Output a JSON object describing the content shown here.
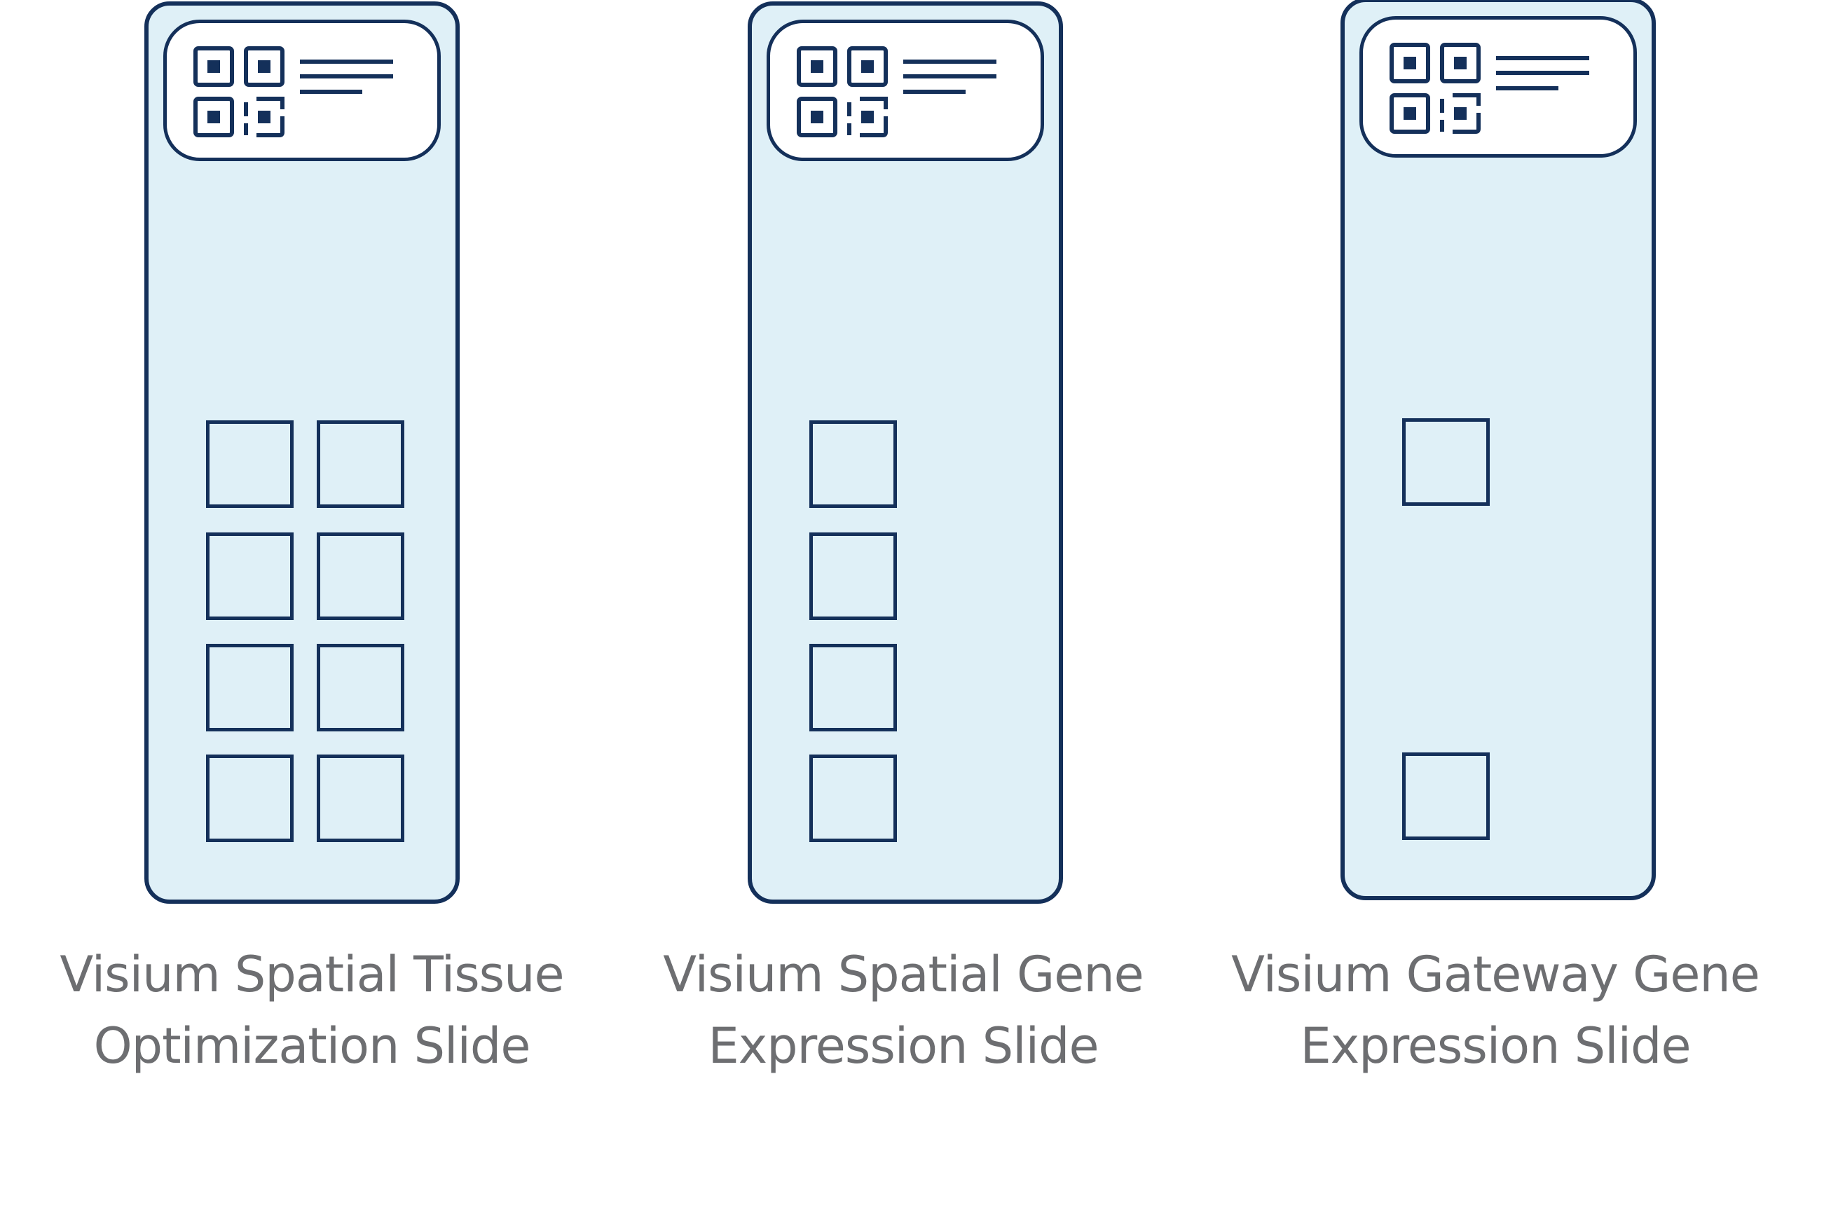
{
  "colors": {
    "outline": "#14305a",
    "slide_fill": "#dff0f7",
    "caption": "#6d6e71"
  },
  "slides": [
    {
      "caption_line1": "Visium Spatial Tissue",
      "caption_line2": "Optimization Slide",
      "capture_areas": 8,
      "layout": "4x2"
    },
    {
      "caption_line1": "Visium Spatial Gene",
      "caption_line2": "Expression Slide",
      "capture_areas": 4,
      "layout": "4x1"
    },
    {
      "caption_line1": "Visium Gateway Gene",
      "caption_line2": "Expression Slide",
      "capture_areas": 2,
      "layout": "2x1"
    }
  ],
  "icons": {
    "label": "qr-code-icon"
  }
}
